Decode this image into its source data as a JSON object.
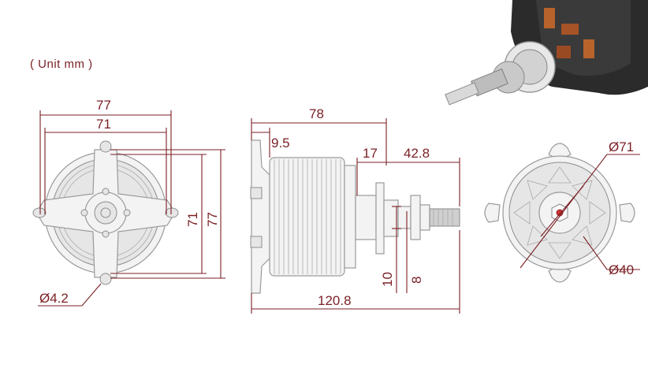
{
  "unit_note": "( Unit    mm )",
  "front_view": {
    "width_outer": "77",
    "width_inner": "71",
    "height_inner": "71",
    "height_outer": "77",
    "hole": "Ø4.2"
  },
  "side_view": {
    "length_body": "78",
    "flange": "9.5",
    "shaft_part": "17",
    "shaft_length": "42.8",
    "total_length": "120.8",
    "dim_10": "10",
    "dim_8": "8"
  },
  "rear_view": {
    "outer_diameter": "Ø71",
    "inner_diameter": "Ø40"
  },
  "colors": {
    "dimension": "#7a1f24",
    "part_stroke": "#9a9a9a",
    "motor_body": "#2b2b2b"
  }
}
